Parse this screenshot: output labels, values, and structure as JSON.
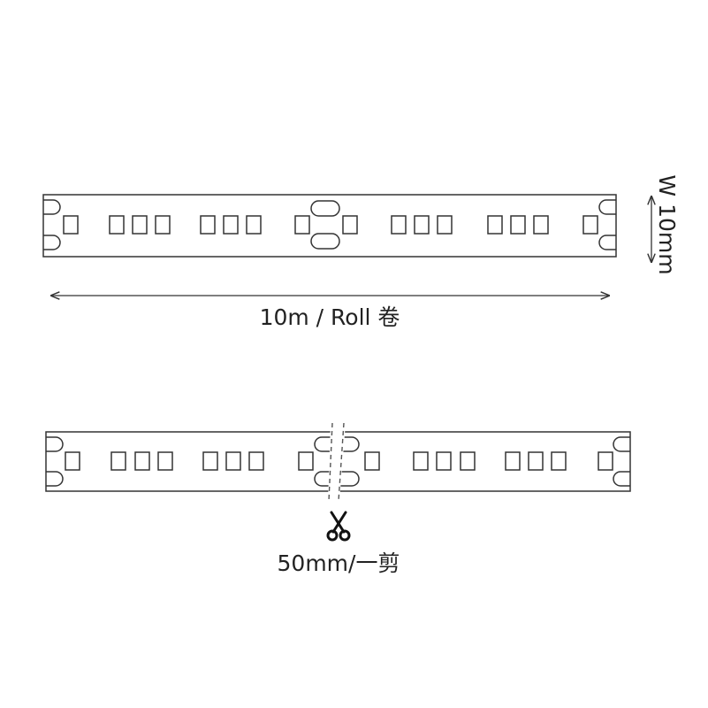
{
  "strip_top": {
    "length_label": "10m / Roll 卷",
    "width_label": "W 10mm"
  },
  "strip_bottom": {
    "cut_label": "50mm/一剪"
  },
  "icons": {
    "cut": "scissors-icon",
    "dimension": "double-arrow-icon"
  },
  "colors": {
    "line": "#333333",
    "cut_line": "#555555",
    "text": "#222222"
  }
}
